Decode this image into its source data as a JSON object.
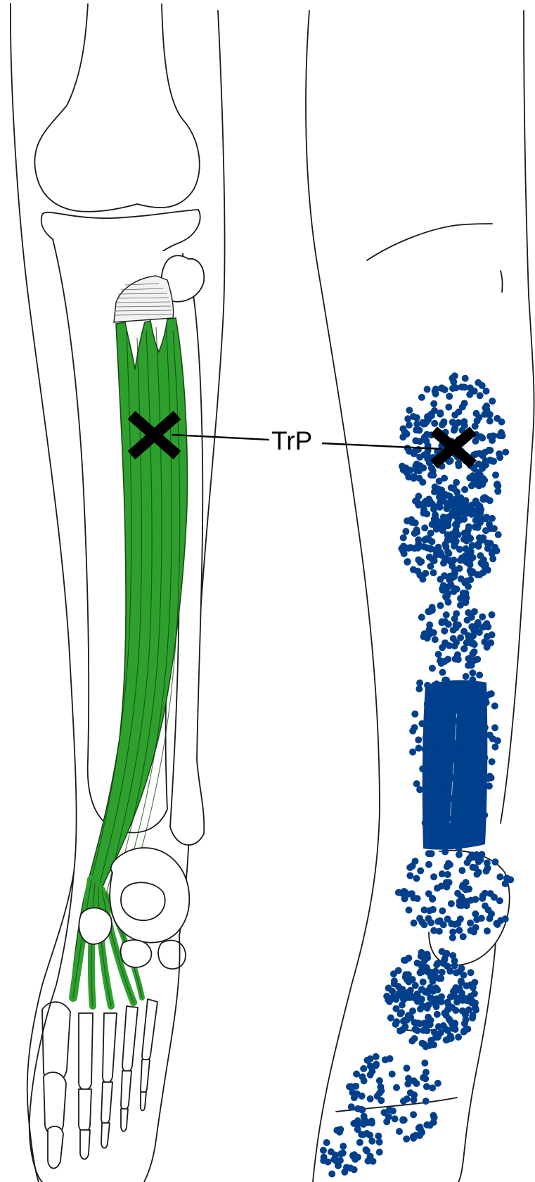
{
  "labels": {
    "trigger_point": "TrP"
  },
  "markers": {
    "trigger_point_symbol": "X"
  },
  "colors": {
    "muscle": "#2ea02e",
    "muscle_fiber": "#0d3d0d",
    "referred_pain": "#003f8c",
    "outline": "#1a1a1a",
    "tendon_origin": "#f2f2f2"
  },
  "figures": [
    {
      "name": "anterior-leg-muscle-view"
    },
    {
      "name": "referred-pain-pattern-view"
    }
  ]
}
